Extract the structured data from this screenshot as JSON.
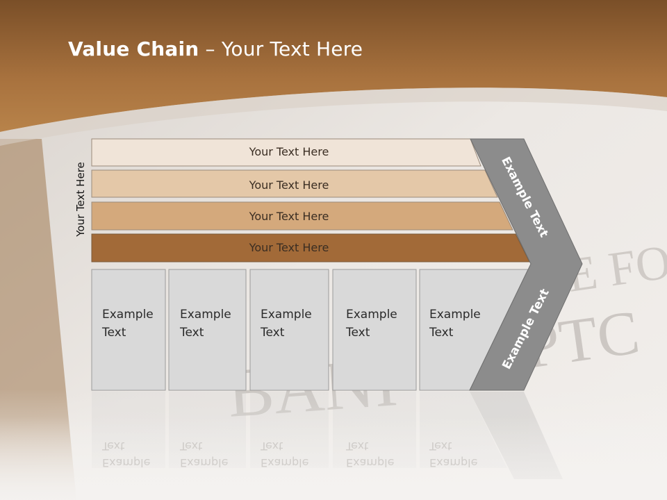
{
  "slide": {
    "title_bold": "Value Chain",
    "title_rest": " – Your Text Here",
    "vertical_label": "Your Text Here",
    "bands": [
      {
        "label": "Your Text Here"
      },
      {
        "label": "Your Text Here"
      },
      {
        "label": "Your Text Here"
      },
      {
        "label": "Your Text Here"
      }
    ],
    "columns": [
      {
        "label": "Example\nText"
      },
      {
        "label": "Example\nText"
      },
      {
        "label": "Example\nText"
      },
      {
        "label": "Example\nText"
      },
      {
        "label": "Example\nText"
      }
    ],
    "chevron_top": "Example Text",
    "chevron_bottom": "Example Text"
  }
}
